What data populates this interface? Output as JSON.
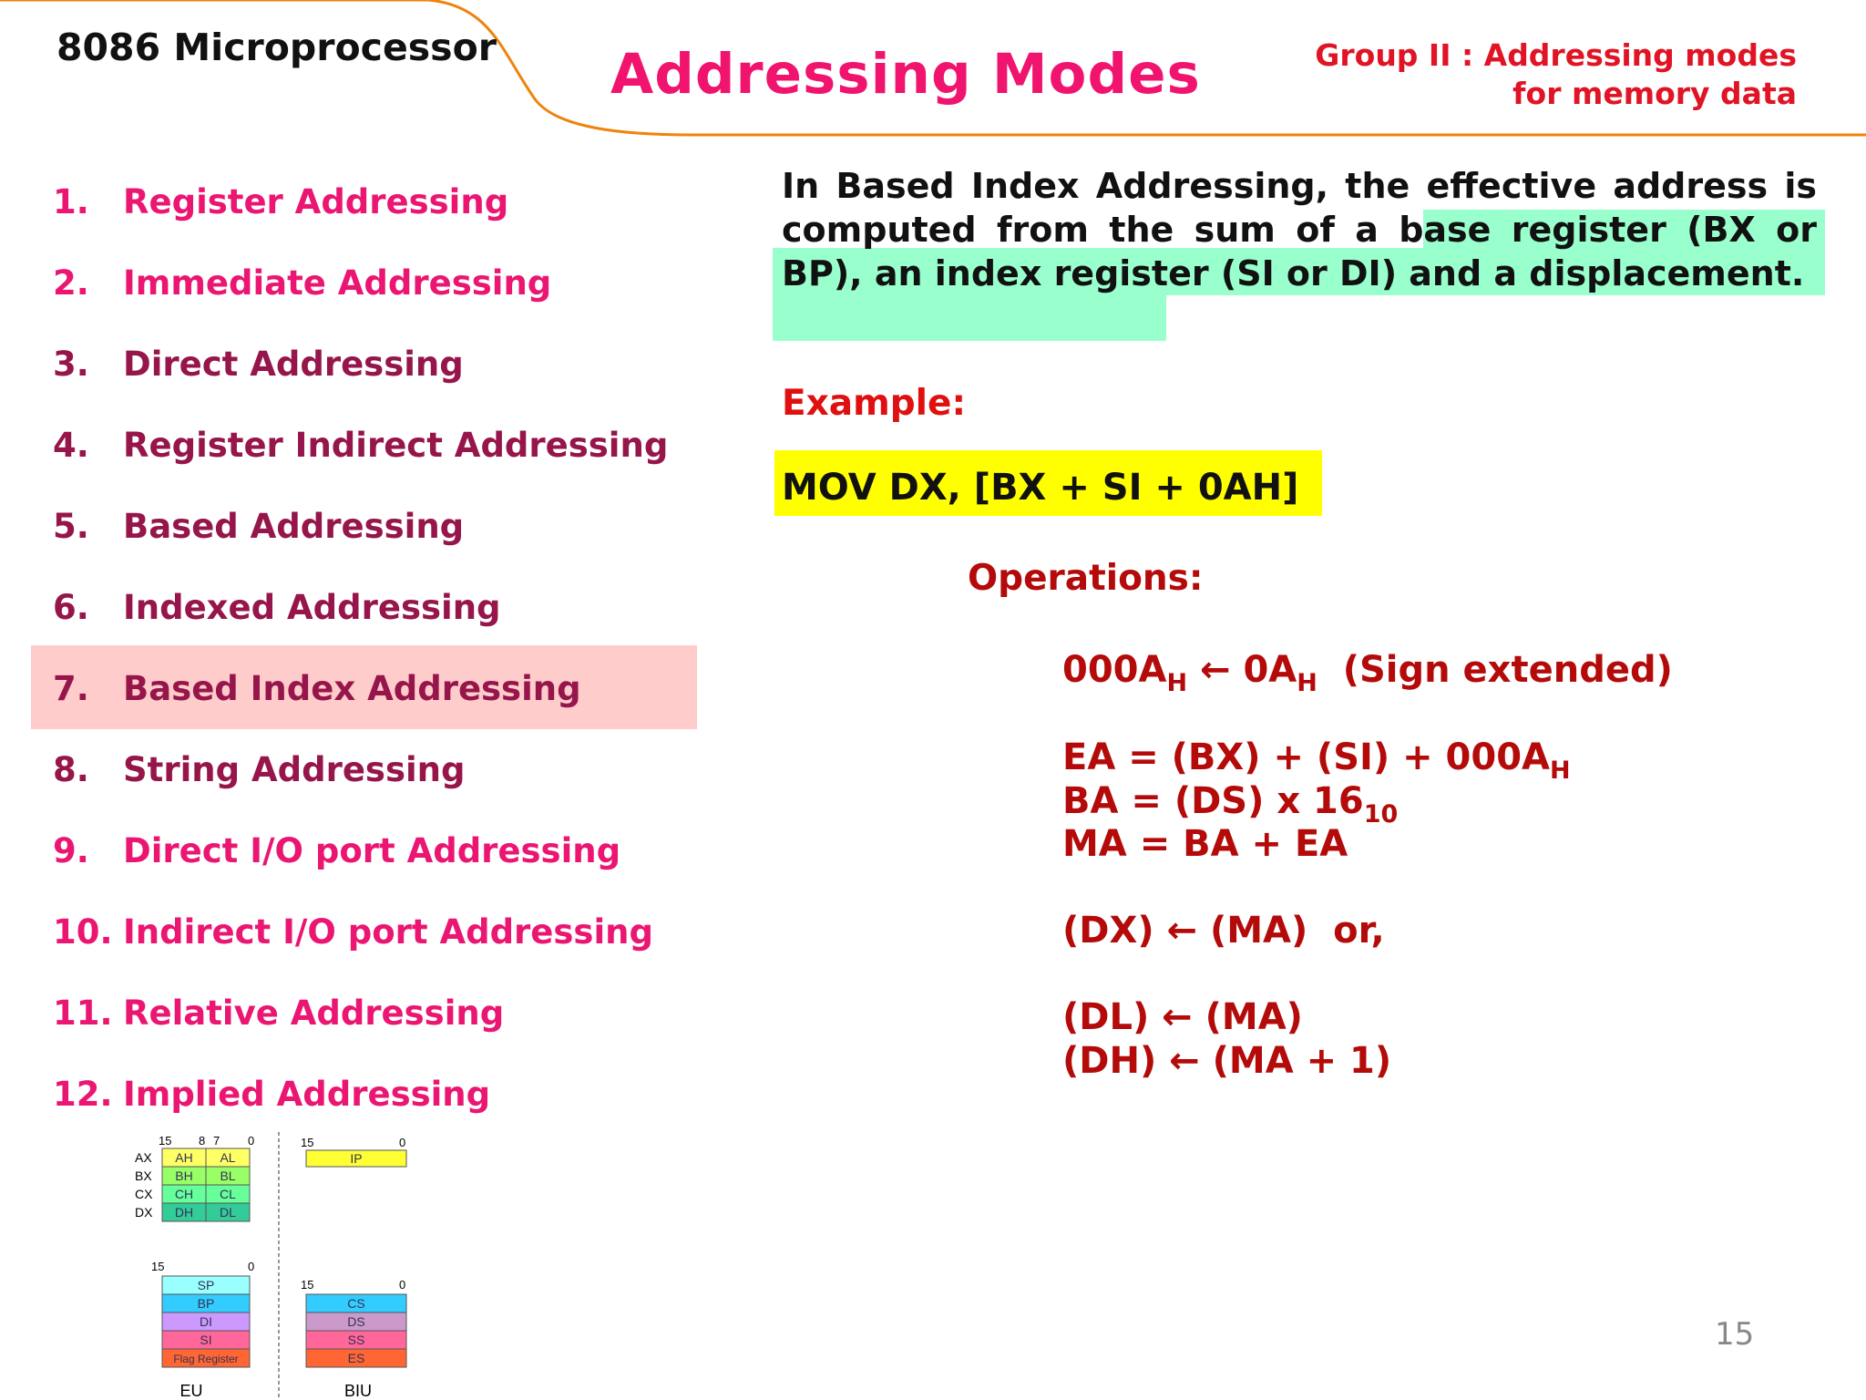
{
  "header": {
    "course": "8086 Microprocessor",
    "title": "Addressing Modes",
    "group_line1": "Group II : Addressing modes",
    "group_line2": "for memory data",
    "accent_color": "#f0820a",
    "title_color": "#f0146e"
  },
  "topics": [
    {
      "num": "1.",
      "label": "Register Addressing",
      "color": "pink"
    },
    {
      "num": "2.",
      "label": "Immediate Addressing",
      "color": "pink"
    },
    {
      "num": "3.",
      "label": "Direct Addressing",
      "color": "maroon"
    },
    {
      "num": "4.",
      "label": "Register Indirect Addressing",
      "color": "maroon"
    },
    {
      "num": "5.",
      "label": "Based Addressing",
      "color": "maroon"
    },
    {
      "num": "6.",
      "label": "Indexed Addressing",
      "color": "maroon"
    },
    {
      "num": "7.",
      "label": "Based Index Addressing",
      "color": "maroon",
      "highlighted": true
    },
    {
      "num": "8.",
      "label": "String Addressing",
      "color": "maroon"
    },
    {
      "num": "9.",
      "label": "Direct I/O port Addressing",
      "color": "pink"
    },
    {
      "num": "10.",
      "label": "Indirect I/O port Addressing",
      "color": "pink"
    },
    {
      "num": "11.",
      "label": "Relative Addressing",
      "color": "pink"
    },
    {
      "num": "12.",
      "label": "Implied Addressing",
      "color": "pink"
    }
  ],
  "content": {
    "definition": "In Based Index Addressing, the effective address is computed from the sum of a base register (BX or BP), an index register (SI or DI) and a displacement.",
    "example_label": "Example:",
    "instruction": "MOV DX, [BX + SI + 0AH]",
    "operations_label": "Operations:",
    "op1_a": "000A",
    "op1_a_sub": "H",
    "op1_arrow": " ← ",
    "op1_b": "0A",
    "op1_b_sub": "H",
    "op1_c": "  (Sign extended)",
    "op2": "EA = (BX) + (SI) + 000A",
    "op2_sub": "H",
    "op3": "BA = (DS) x 16",
    "op3_sub": "10",
    "op4": "MA = BA + EA",
    "op5": "(DX) ← (MA)  or,",
    "op6": "(DL) ← (MA)",
    "op7": "(DH) ← (MA + 1)"
  },
  "page_number": "15",
  "register_diagram": {
    "eu_label": "EU",
    "biu_label": "BIU",
    "general_bits": {
      "b15": "15",
      "b8": "8",
      "b7": "7",
      "b0": "0"
    },
    "general_rows": [
      {
        "name": "AX",
        "high": "AH",
        "low": "AL",
        "color": "#ffff66"
      },
      {
        "name": "BX",
        "high": "BH",
        "low": "BL",
        "color": "#99ff66"
      },
      {
        "name": "CX",
        "high": "CH",
        "low": "CL",
        "color": "#66ff99"
      },
      {
        "name": "DX",
        "high": "DH",
        "low": "DL",
        "color": "#33cc99"
      }
    ],
    "ip_bits": {
      "b15": "15",
      "b0": "0"
    },
    "ip": {
      "label": "IP",
      "color": "#ffff33"
    },
    "pointer_bits": {
      "b15": "15",
      "b0": "0"
    },
    "pointer_rows": [
      {
        "label": "SP",
        "color": "#99ffff"
      },
      {
        "label": "BP",
        "color": "#33ccff"
      },
      {
        "label": "DI",
        "color": "#cc99ff"
      },
      {
        "label": "SI",
        "color": "#ff6699"
      },
      {
        "label": "Flag Register",
        "color": "#ff6633"
      }
    ],
    "segment_bits": {
      "b15": "15",
      "b0": "0"
    },
    "segment_rows": [
      {
        "label": "CS",
        "color": "#33ccff"
      },
      {
        "label": "DS",
        "color": "#cc99cc"
      },
      {
        "label": "SS",
        "color": "#ff6699"
      },
      {
        "label": "ES",
        "color": "#ff6633"
      }
    ]
  }
}
